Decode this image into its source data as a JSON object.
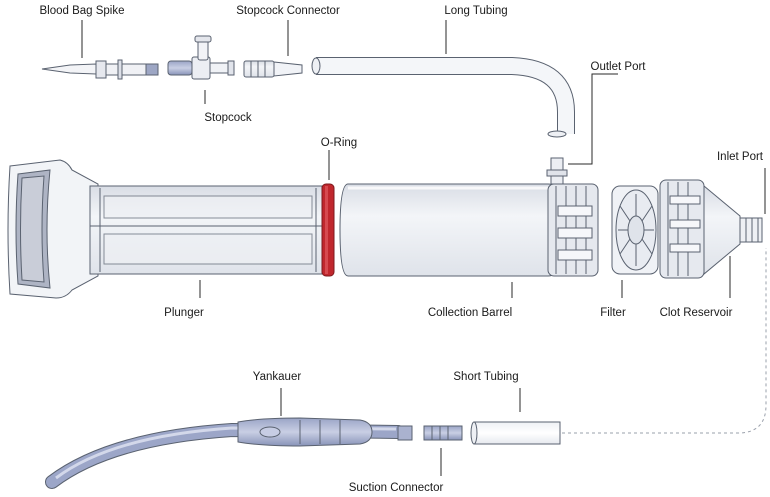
{
  "labels": {
    "blood_bag_spike": "Blood Bag Spike",
    "stopcock_connector": "Stopcock Connector",
    "long_tubing": "Long Tubing",
    "stopcock": "Stopcock",
    "outlet_port": "Outlet Port",
    "o_ring": "O-Ring",
    "inlet_port": "Inlet Port",
    "plunger": "Plunger",
    "collection_barrel": "Collection Barrel",
    "filter": "Filter",
    "clot_reservoir": "Clot Reservoir",
    "yankauer": "Yankauer",
    "short_tubing": "Short Tubing",
    "suction_connector": "Suction Connector"
  },
  "colors": {
    "body_fill": "#e8ebf0",
    "outline": "#5a6270",
    "o_ring": "#c0272d",
    "accent_blue": "#8a94b8"
  }
}
